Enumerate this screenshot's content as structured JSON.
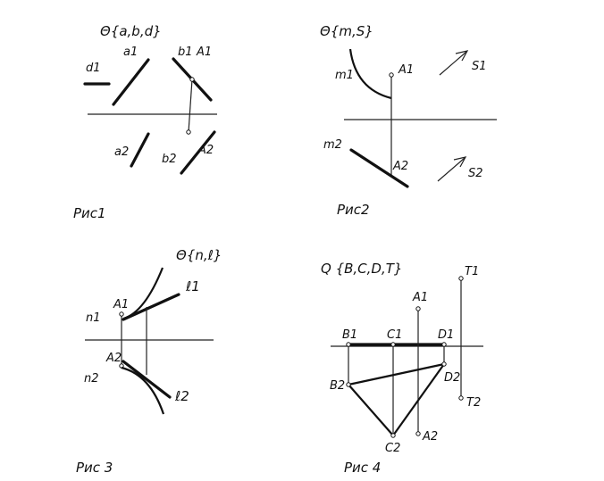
{
  "fig1": {
    "title": "Θ{a,b,d}",
    "caption": "Рис1",
    "labels": {
      "d1": "d1",
      "a1": "a1",
      "b1": "b1",
      "A1": "A1",
      "a2": "a2",
      "b2": "b2",
      "A2": "A2"
    }
  },
  "fig2": {
    "title": "Θ{m,S}",
    "caption": "Рис2",
    "labels": {
      "m1": "m1",
      "A1": "A1",
      "S1": "S1",
      "m2": "m2",
      "A2": "A2",
      "S2": "S2"
    }
  },
  "fig3": {
    "title": "Θ{n,ℓ}",
    "caption": "Рис 3",
    "labels": {
      "A1": "A1",
      "l1": "ℓ1",
      "n1": "n1",
      "A2": "A2",
      "n2": "n2",
      "l2": "ℓ2"
    }
  },
  "fig4": {
    "title": "Q {B,C,D,T}",
    "caption": "Рис 4",
    "labels": {
      "A1": "A1",
      "T1": "T1",
      "B1": "B1",
      "C1": "C1",
      "D1": "D1",
      "B2": "B2",
      "D2": "D2",
      "T2": "T2",
      "C2": "C2",
      "A2": "A2"
    }
  }
}
